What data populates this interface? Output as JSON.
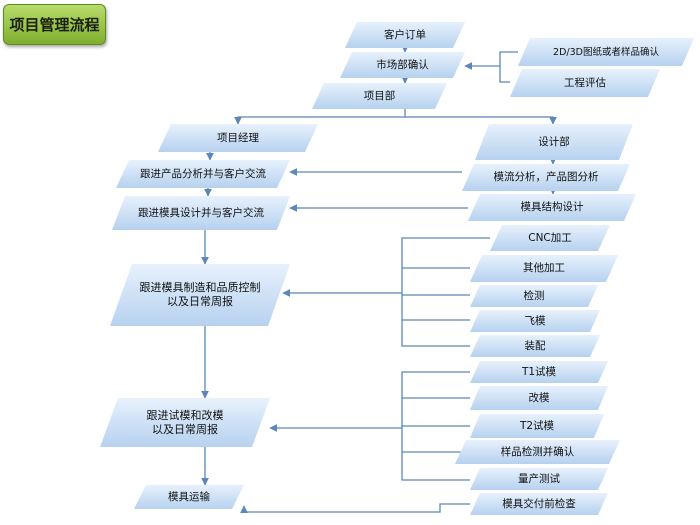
{
  "title": "项目管理流程",
  "nodes": {
    "order": "客户订单",
    "market": "市场部确认",
    "project_dept": "项目部",
    "drawing_confirm": "2D/3D图纸或者样品确认",
    "engineering_eval": "工程评估",
    "pm": "项目经理",
    "follow_analysis": "跟进产品分析并与客户交流",
    "follow_design": "跟进模具设计并与客户交流",
    "follow_mfg": "跟进模具制造和品质控制\n以及日常周报",
    "follow_trial": "跟进试模和改模\n以及日常周报",
    "transport": "模具运输",
    "design_dept": "设计部",
    "mold_flow": "模流分析，产品图分析",
    "mold_structure": "模具结构设计",
    "cnc": "CNC加工",
    "other_process": "其他加工",
    "inspection": "检测",
    "fly_mold": "飞模",
    "assembly": "装配",
    "t1": "T1试模",
    "modify": "改模",
    "t2": "T2试模",
    "sample_check": "样品检测并确认",
    "mass_test": "量产测试",
    "pre_delivery": "模具交付前检查"
  }
}
